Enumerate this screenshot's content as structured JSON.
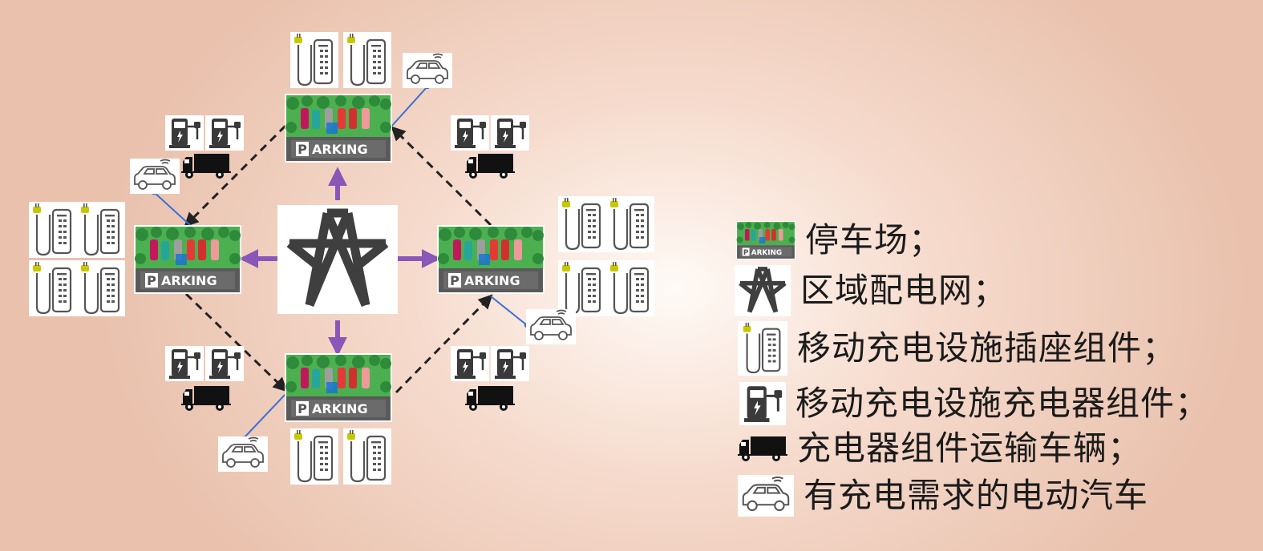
{
  "colors": {
    "background_center": "#fffaf6",
    "background_edge": "#e9c1ad",
    "flow_arrow": "#8a56b8",
    "dashed_link": "#222222",
    "ev_link": "#3a6fd4",
    "parking_green": "#4caf50",
    "parking_sign": "#5a5a5a"
  },
  "diagram": {
    "parking_sign_text": "PARKING",
    "central_node": "transmission-tower-icon",
    "parking_lots": [
      "top",
      "left",
      "right",
      "bottom"
    ],
    "links": [
      {
        "from": "tower",
        "to": "parking-top",
        "style": "solid-arrow"
      },
      {
        "from": "tower",
        "to": "parking-left",
        "style": "solid-arrow"
      },
      {
        "from": "tower",
        "to": "parking-right",
        "style": "solid-arrow"
      },
      {
        "from": "tower",
        "to": "parking-bottom",
        "style": "solid-arrow"
      },
      {
        "from": "parking-top",
        "to": "parking-left",
        "style": "dashed-arrow"
      },
      {
        "from": "parking-right",
        "to": "parking-top",
        "style": "dashed-arrow"
      },
      {
        "from": "parking-left",
        "to": "parking-bottom",
        "style": "dashed-arrow"
      },
      {
        "from": "parking-bottom",
        "to": "parking-right",
        "style": "dashed-arrow"
      }
    ]
  },
  "legend": [
    {
      "icon": "parking-lot-icon",
      "label": "停车场；"
    },
    {
      "icon": "transmission-tower-icon",
      "label": "区域配电网；"
    },
    {
      "icon": "charging-socket-icon",
      "label": "移动充电设施插座组件；"
    },
    {
      "icon": "charger-icon",
      "label": "移动充电设施充电器组件；"
    },
    {
      "icon": "truck-icon",
      "label": "充电器组件运输车辆；"
    },
    {
      "icon": "electric-car-icon",
      "label": "有充电需求的电动汽车"
    }
  ]
}
